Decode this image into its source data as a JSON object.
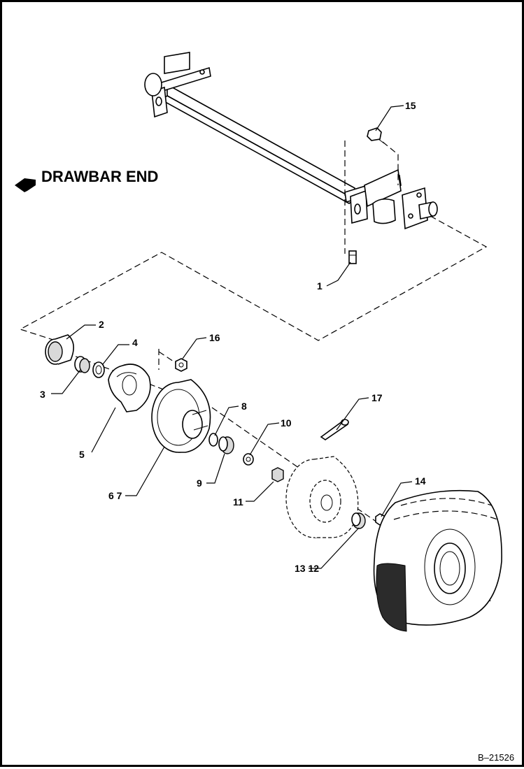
{
  "heading": "DRAWBAR END",
  "figure_id": "B–21526",
  "callouts": [
    "1",
    "2",
    "3",
    "4",
    "5",
    "6 7",
    "8",
    "9",
    "10",
    "11",
    "13 12",
    "14",
    "15",
    "16",
    "17"
  ],
  "icons": {
    "direction_arrow": "arrow-left-icon"
  }
}
